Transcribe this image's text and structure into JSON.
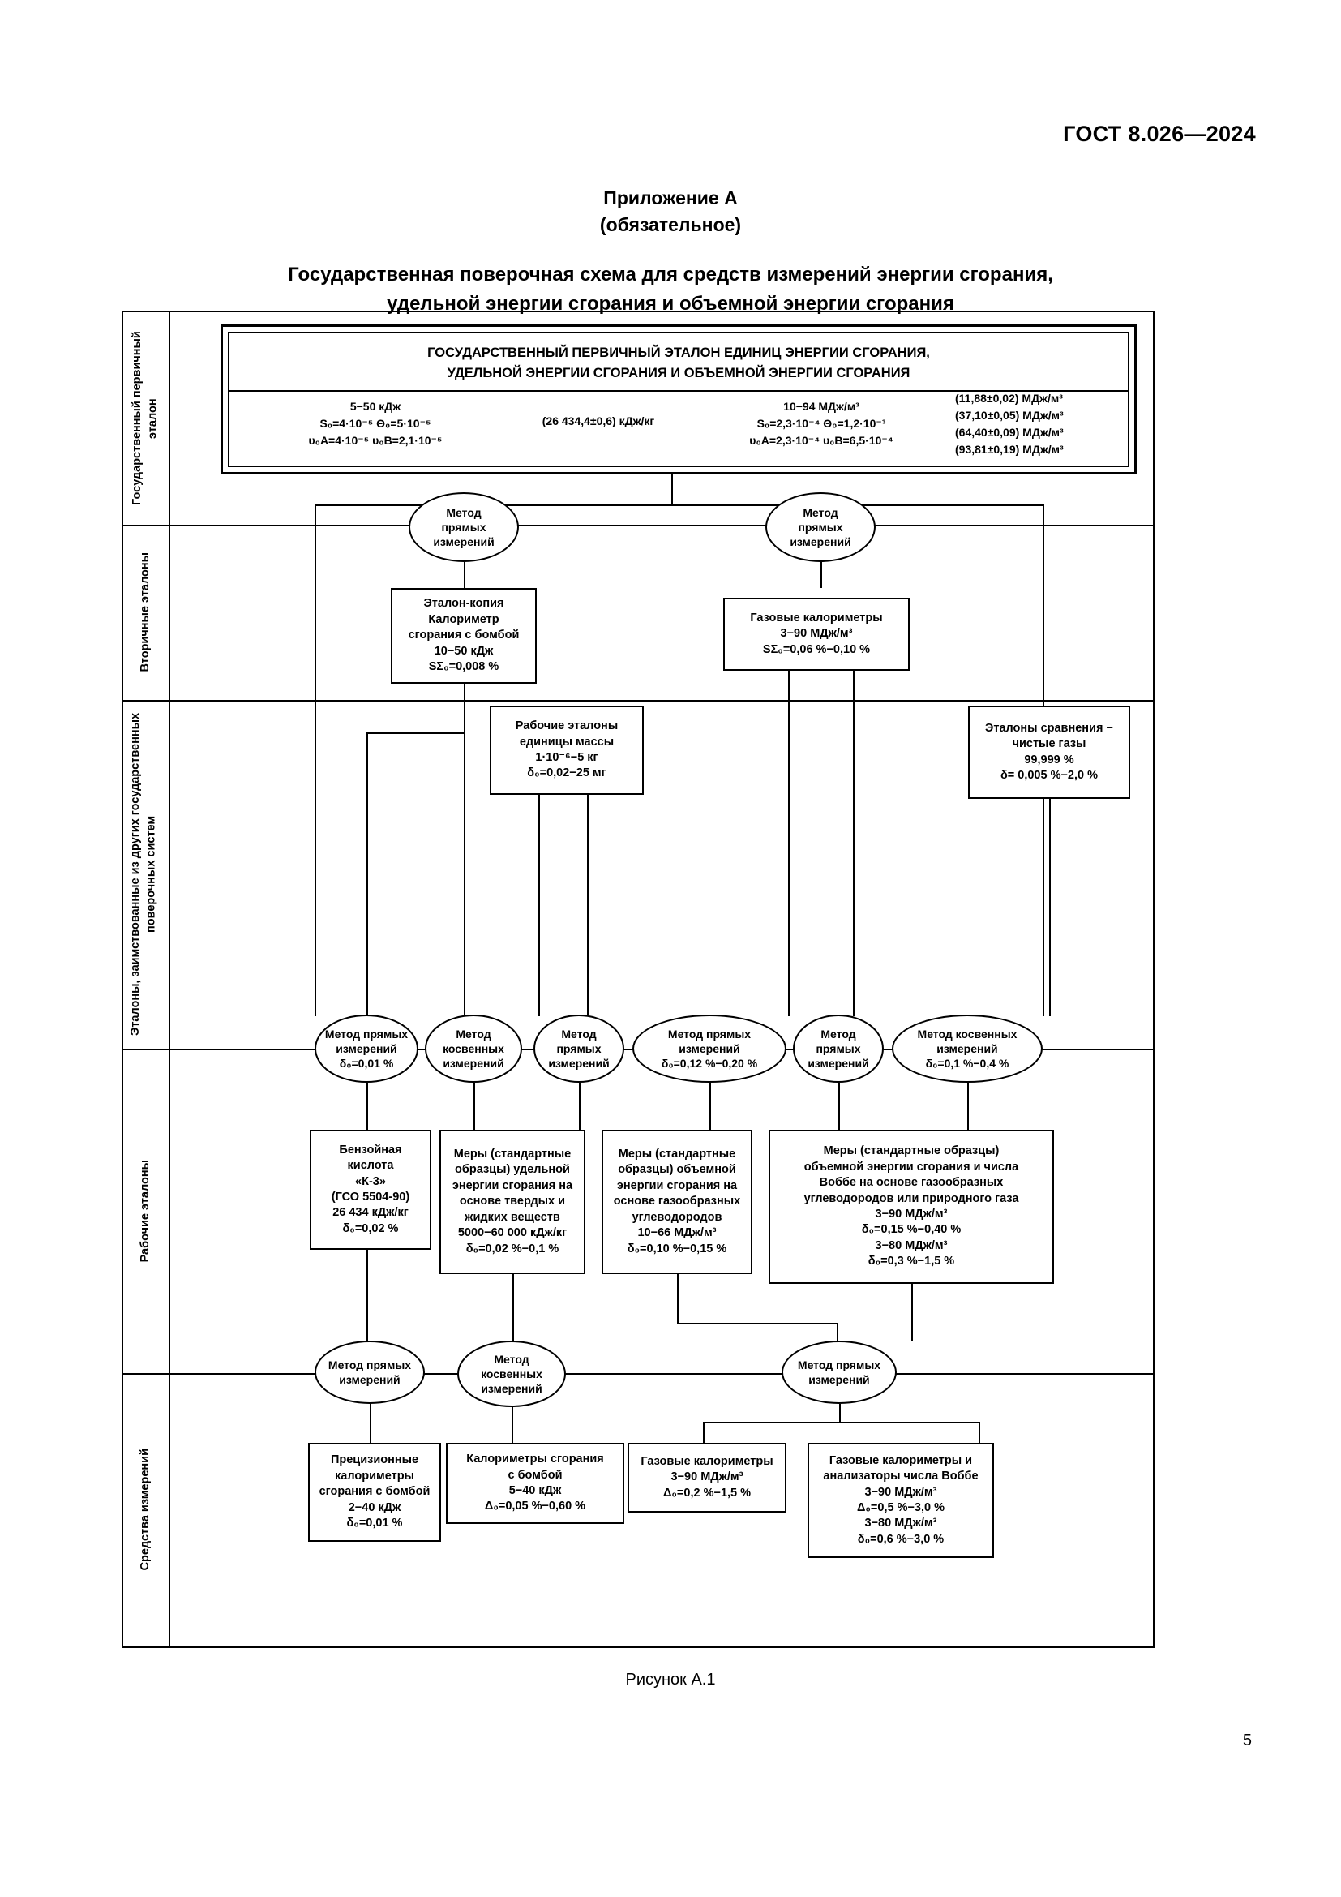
{
  "doc": {
    "header": "ГОСТ 8.026—2024",
    "appendix": "Приложение А",
    "appendix_kind": "(обязательное)",
    "title_line1": "Государственная поверочная схема для средств измерений энергии сгорания,",
    "title_line2": "удельной энергии сгорания и объемной энергии сгорания",
    "caption": "Рисунок А.1",
    "page_number": "5"
  },
  "lanes": [
    {
      "id": "primary",
      "label": "Государственный первичный эталон"
    },
    {
      "id": "secondary",
      "label": "Вторичные эталоны"
    },
    {
      "id": "borrowed",
      "label": "Эталоны, заимствованные из других государственных поверочных систем"
    },
    {
      "id": "working",
      "label": "Рабочие эталоны"
    },
    {
      "id": "instruments",
      "label": "Средства измерений"
    }
  ],
  "primary_standard": {
    "title_line1": "ГОСУДАРСТВЕННЫЙ ПЕРВИЧНЫЙ ЭТАЛОН ЕДИНИЦ ЭНЕРГИИ СГОРАНИЯ,",
    "title_line2": "УДЕЛЬНОЙ ЭНЕРГИИ СГОРАНИЯ И ОБЪЕМНОЙ ЭНЕРГИИ СГОРАНИЯ",
    "col1": {
      "range": "5−50 кДж",
      "line2": "S₀=4·10⁻⁵  Θ₀=5·10⁻⁵",
      "line3": "υ₀A=4·10⁻⁵ υ₀B=2,1·10⁻⁵"
    },
    "col2": {
      "value": "(26 434,4±0,6) кДж/кг"
    },
    "col3": {
      "range": "10−94 МДж/м³",
      "line2": "S₀=2,3·10⁻⁴  Θ₀=1,2·10⁻³",
      "line3": "υ₀A=2,3·10⁻⁴ υ₀B=6,5·10⁻⁴"
    },
    "col4": {
      "v1": "(11,88±0,02) МДж/м³",
      "v2": "(37,10±0,05) МДж/м³",
      "v3": "(64,40±0,09) МДж/м³",
      "v4": "(93,81±0,19) МДж/м³"
    }
  },
  "methods": {
    "m_direct_left": {
      "l1": "Метод",
      "l2": "прямых",
      "l3": "измерений"
    },
    "m_direct_right": {
      "l1": "Метод",
      "l2": "прямых",
      "l3": "измерений"
    },
    "m3_direct_001": {
      "l1": "Метод прямых",
      "l2": "измерений",
      "l3": "δ₀=0,01 %"
    },
    "m3_indirect": {
      "l1": "Метод",
      "l2": "косвенных",
      "l3": "измерений"
    },
    "m3_direct_plain": {
      "l1": "Метод",
      "l2": "прямых",
      "l3": "измерений"
    },
    "m3_direct_012": {
      "l1": "Метод прямых",
      "l2": "измерений",
      "l3": "δ₀=0,12 %−0,20 %"
    },
    "m3_direct_plain2": {
      "l1": "Метод",
      "l2": "прямых",
      "l3": "измерений"
    },
    "m3_indirect_01": {
      "l1": "Метод косвенных",
      "l2": "измерений",
      "l3": "δ₀=0,1 %−0,4 %"
    },
    "m5_direct": {
      "l1": "Метод прямых",
      "l2": "измерений"
    },
    "m5_indirect": {
      "l1": "Метод",
      "l2": "косвенных",
      "l3": "измерений"
    },
    "m5_direct2": {
      "l1": "Метод прямых",
      "l2": "измерений"
    }
  },
  "secondary": {
    "etalon_copy": {
      "l1": "Эталон-копия",
      "l2": "Калориметр",
      "l3": "сгорания с бомбой",
      "l4": "10−50 кДж",
      "l5": "SΣ₀=0,008 %"
    },
    "gas_calorimeters": {
      "l1": "Газовые калориметры",
      "l2": "3−90 МДж/м³",
      "l3": "SΣ₀=0,06 %−0,10 %"
    }
  },
  "borrowed": {
    "mass_standards": {
      "l1": "Рабочие эталоны",
      "l2": "единицы массы",
      "l3": "1·10⁻⁶−5 кг",
      "l4": "δ₀=0,02−25 мг"
    },
    "pure_gases": {
      "l1": "Эталоны сравнения −",
      "l2": "чистые газы",
      "l3": "99,999 %",
      "l4": "δ= 0,005 %−2,0 %"
    }
  },
  "working_standards": {
    "benzoic_acid": {
      "l1": "Бензойная",
      "l2": "кислота",
      "l3": "«К-3»",
      "l4": "(ГСО 5504-90)",
      "l5": "26 434 кДж/кг",
      "l6": "δ₀=0,02 %"
    },
    "specific_measures": {
      "l1": "Меры (стандартные",
      "l2": "образцы) удельной",
      "l3": "энергии сгорания на",
      "l4": "основе твердых и",
      "l5": "жидких веществ",
      "l6": "5000−60 000 кДж/кг",
      "l7": "δ₀=0,02 %−0,1 %"
    },
    "volumetric_measures": {
      "l1": "Меры (стандартные",
      "l2": "образцы) объемной",
      "l3": "энергии сгорания на",
      "l4": "основе газообразных",
      "l5": "углеводородов",
      "l6": "10−66 МДж/м³",
      "l7": "δ₀=0,10 %−0,15 %"
    },
    "wobbe_measures": {
      "l1": "Меры (стандартные образцы)",
      "l2": "объемной энергии сгорания и числа",
      "l3": "Воббе на основе газообразных",
      "l4": "углеводородов или природного газа",
      "l5": "3−90 МДж/м³",
      "l6": "δ₀=0,15 %−0,40 %",
      "l7": "3−80 МДж/м³",
      "l8": "δ₀=0,3 %−1,5 %"
    }
  },
  "instruments": {
    "precision_calorimeters": {
      "l1": "Прецизионные",
      "l2": "калориметры",
      "l3": "сгорания с бомбой",
      "l4": "2−40 кДж",
      "l5": "δ₀=0,01 %"
    },
    "bomb_calorimeters": {
      "l1": "Калориметры сгорания",
      "l2": "с бомбой",
      "l3": "5−40 кДж",
      "l4": "Δ₀=0,05 %−0,60 %"
    },
    "gas_calorimeters": {
      "l1": "Газовые калориметры",
      "l2": "3−90 МДж/м³",
      "l3": "Δ₀=0,2 %−1,5 %"
    },
    "gas_wobbe_analyzers": {
      "l1": "Газовые калориметры и",
      "l2": "анализаторы числа Воббе",
      "l3": "3−90 МДж/м³",
      "l4": "Δ₀=0,5 %−3,0 %",
      "l5": "3−80 МДж/м³",
      "l6": "δ₀=0,6 %−3,0 %"
    }
  }
}
